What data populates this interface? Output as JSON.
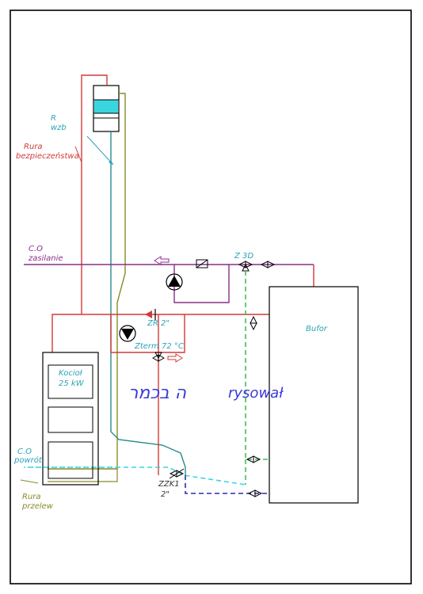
{
  "labels": {
    "r_wzb_line1": "R",
    "r_wzb_line2": "wzb",
    "rura_bezp_line1": "Rura",
    "rura_bezp_line2": "bezpieczeństwa",
    "co_zasilanie_line1": "C.O",
    "co_zasilanie_line2": "zasilanie",
    "z3d": "Z  3D",
    "zr": "ZR  2\"",
    "zterm": "Zterm  72 °C",
    "bufor": "Bufor",
    "kociol_line1": "Kocioł",
    "kociol_line2": "25  kW",
    "co_powrot_line1": "C.O",
    "co_powrot_line2": "powrót",
    "zzk1_line1": "ZZK1",
    "zzk1_line2": "2\"",
    "rura_przelew_line1": "Rura",
    "rura_przelew_line2": "przelew",
    "signature_hebrew": "ה בכמר",
    "signature_text": "rysował"
  },
  "colors": {
    "supply_red": "#d23a3a",
    "return_cyan": "#2aa3b5",
    "purple": "#8a2f8a",
    "olive": "#8a8a2a",
    "green_dashed": "#3fbf5a",
    "blue_dashed": "#2a2ab0",
    "teal": "#2a8a8a",
    "frame": "#000000"
  }
}
